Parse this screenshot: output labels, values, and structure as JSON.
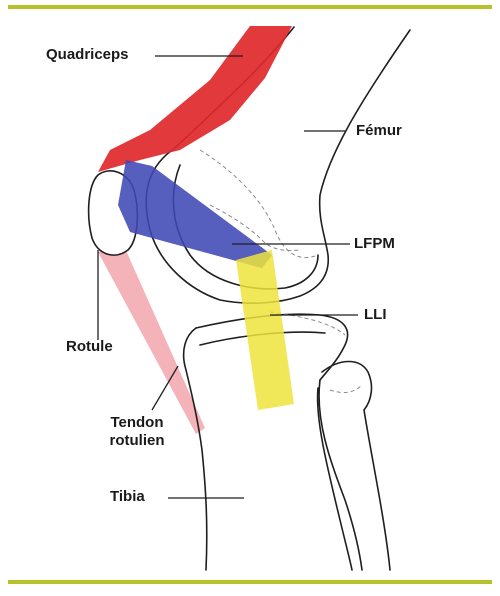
{
  "colors": {
    "frame_rule": "#b5c22a",
    "quadriceps": "#e0282b",
    "lfpm": "#3f48b5",
    "lli": "#ede33c",
    "tendon": "#f2a6ad",
    "outline": "#1f1f1f",
    "dashed": "#8a8a8a"
  },
  "labels": {
    "quadriceps": "Quadriceps",
    "femur": "Fémur",
    "lfpm": "LFPM",
    "lli": "LLI",
    "rotule": "Rotule",
    "tendon_line1": "Tendon",
    "tendon_line2": "rotulien",
    "tibia": "Tibia"
  }
}
